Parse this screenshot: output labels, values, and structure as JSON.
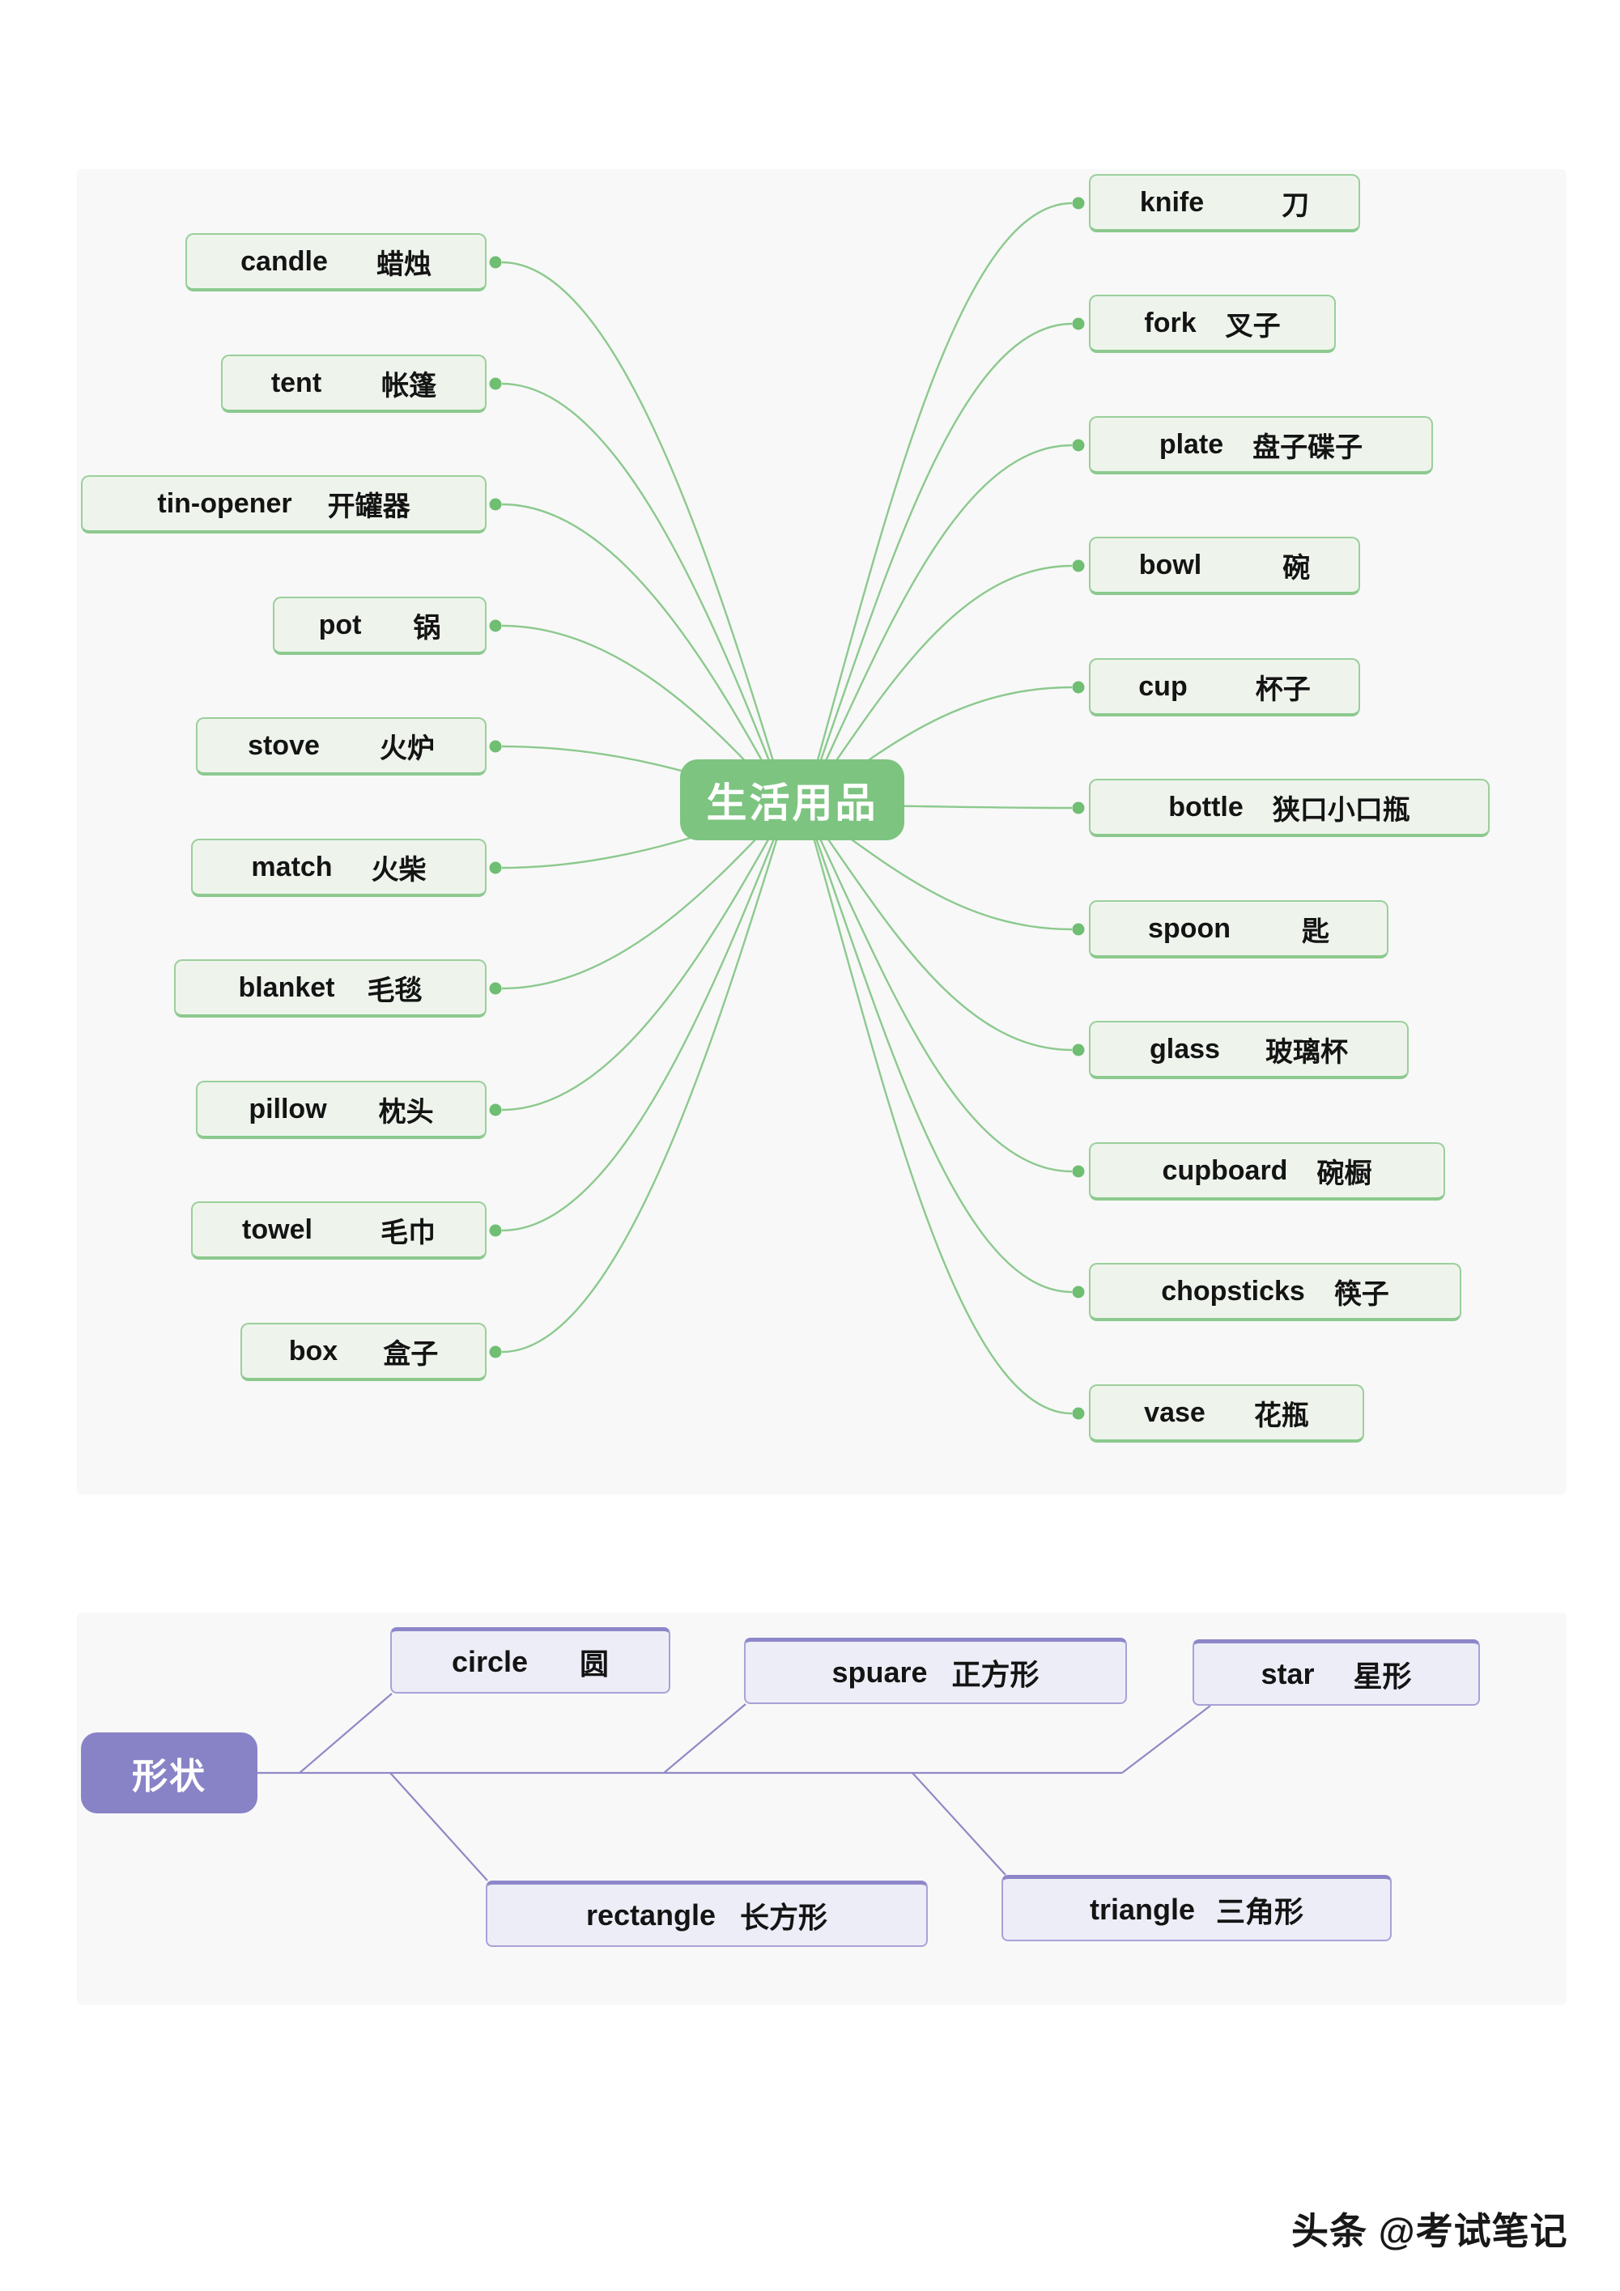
{
  "colors": {
    "canvas": "#f8f8f8",
    "green_root_bg": "#7dc480",
    "green_node_bg": "#eef4ec",
    "green_node_border": "#9bcf9b",
    "green_line": "#8cc98e",
    "green_dot": "#6fbe72",
    "purple_root_bg": "#8883c6",
    "purple_node_bg": "#ededf7",
    "purple_node_border": "#a8a2d8",
    "purple_line": "#8f89c6"
  },
  "mindmap_household": {
    "root_label": "生活用品",
    "left_items": [
      {
        "en": "candle",
        "zh": "蜡烛"
      },
      {
        "en": "tent",
        "zh": "帐篷"
      },
      {
        "en": "tin-opener",
        "zh": "开罐器"
      },
      {
        "en": "pot",
        "zh": "锅"
      },
      {
        "en": "stove",
        "zh": "火炉"
      },
      {
        "en": "match",
        "zh": "火柴"
      },
      {
        "en": "blanket",
        "zh": "毛毯"
      },
      {
        "en": "pillow",
        "zh": "枕头"
      },
      {
        "en": "towel",
        "zh": "毛巾"
      },
      {
        "en": "box",
        "zh": "盒子"
      }
    ],
    "right_items": [
      {
        "en": "knife",
        "zh": "刀"
      },
      {
        "en": "fork",
        "zh": "叉子"
      },
      {
        "en": "plate",
        "zh": "盘子碟子"
      },
      {
        "en": "bowl",
        "zh": "碗"
      },
      {
        "en": "cup",
        "zh": "杯子"
      },
      {
        "en": "bottle",
        "zh": "狭口小口瓶"
      },
      {
        "en": "spoon",
        "zh": "匙"
      },
      {
        "en": "glass",
        "zh": "玻璃杯"
      },
      {
        "en": "cupboard",
        "zh": "碗橱"
      },
      {
        "en": "chopsticks",
        "zh": "筷子"
      },
      {
        "en": "vase",
        "zh": "花瓶"
      }
    ]
  },
  "mindmap_shapes": {
    "root_label": "形状",
    "top_items": [
      {
        "en": "circle",
        "zh": "圆"
      },
      {
        "en": "spuare",
        "zh": "正方形"
      },
      {
        "en": "star",
        "zh": "星形"
      }
    ],
    "bottom_items": [
      {
        "en": "rectangle",
        "zh": "长方形"
      },
      {
        "en": "triangle",
        "zh": "三角形"
      }
    ]
  },
  "watermark": {
    "text": "头条 @考试笔记"
  }
}
